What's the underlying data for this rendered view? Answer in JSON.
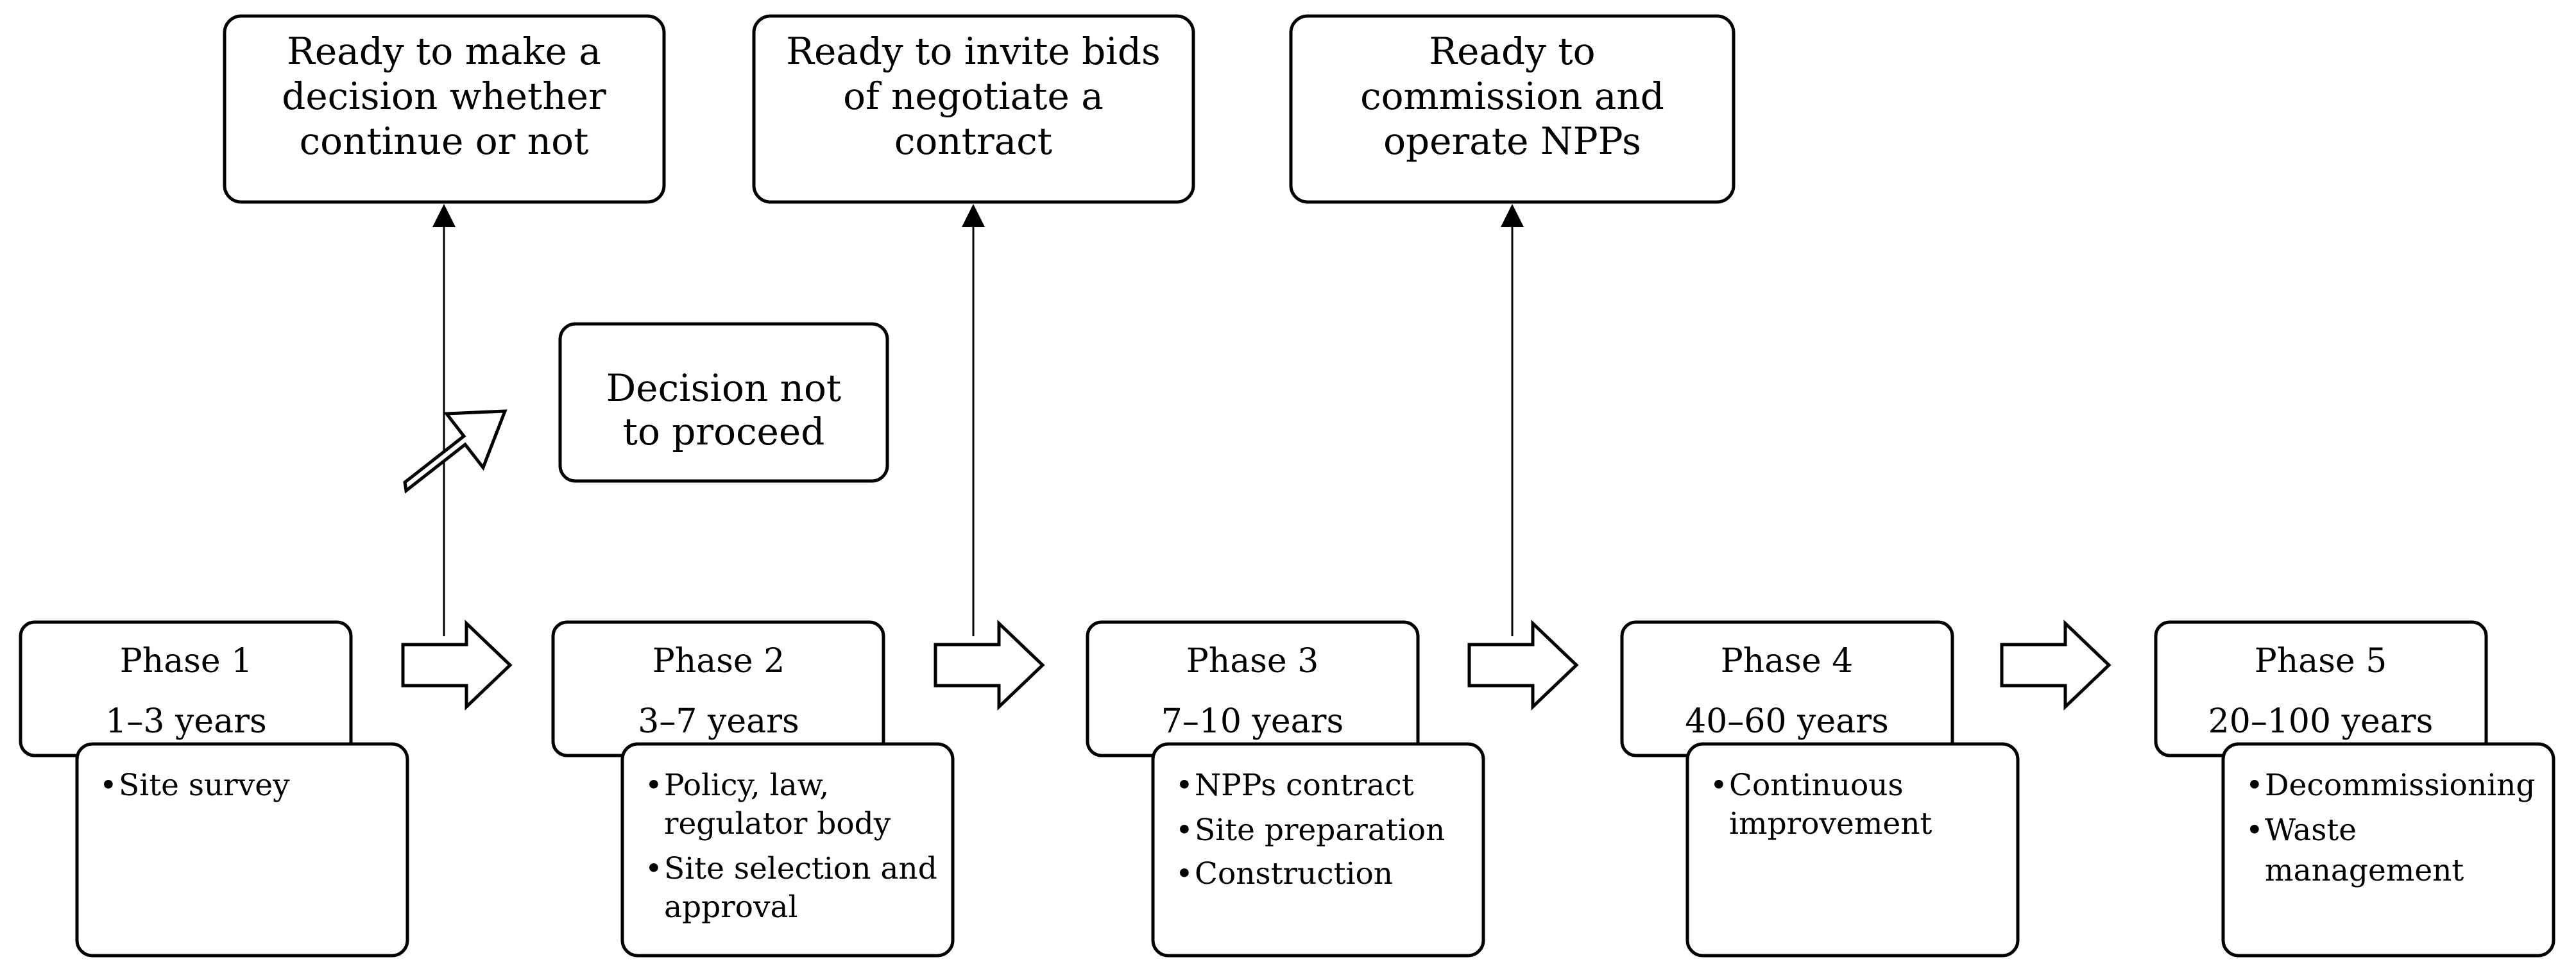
{
  "outcomes": [
    {
      "lines": [
        "Ready to make a",
        "decision whether",
        "continue or not"
      ]
    },
    {
      "lines": [
        "Ready to invite bids",
        "of negotiate a",
        "contract"
      ]
    },
    {
      "lines": [
        "Ready to",
        "commission and",
        "operate NPPs"
      ]
    }
  ],
  "decision_box": {
    "lines": [
      "Decision not",
      "to proceed"
    ]
  },
  "bullet_glyph": "•",
  "phases": [
    {
      "title": "Phase 1",
      "duration": "1–3 years",
      "items": [
        [
          "Site survey"
        ]
      ]
    },
    {
      "title": "Phase 2",
      "duration": "3–7 years",
      "items": [
        [
          "Policy, law,",
          "regulator body"
        ],
        [
          "Site selection and",
          "approval"
        ]
      ]
    },
    {
      "title": "Phase 3",
      "duration": "7–10 years",
      "items": [
        [
          "NPPs contract"
        ],
        [
          "Site preparation"
        ],
        [
          "Construction"
        ]
      ]
    },
    {
      "title": "Phase 4",
      "duration": "40–60 years",
      "items": [
        [
          "Continuous",
          "improvement"
        ]
      ]
    },
    {
      "title": "Phase 5",
      "duration": "20–100 years",
      "items": [
        [
          "Decommissioning"
        ],
        [
          "Waste",
          "management"
        ]
      ]
    }
  ]
}
